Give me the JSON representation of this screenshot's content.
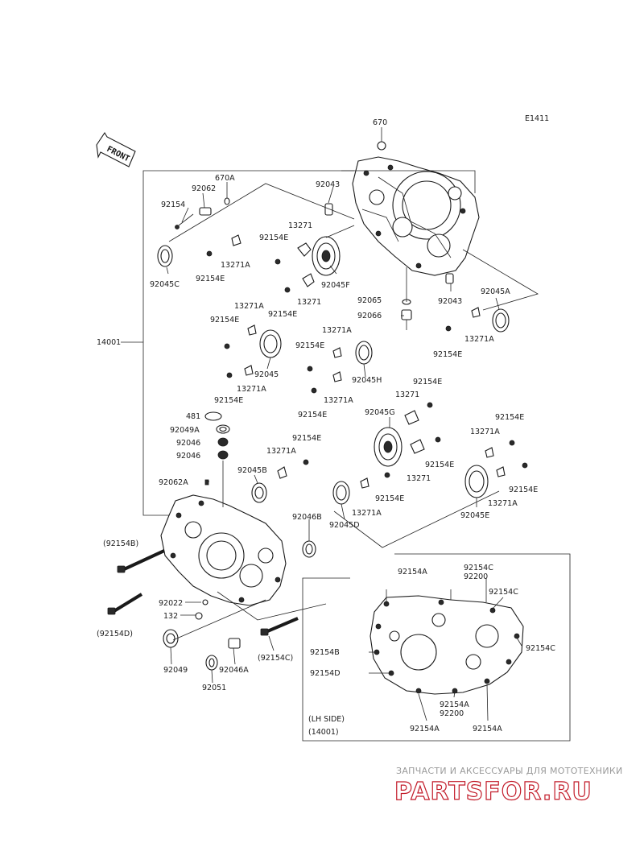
{
  "diagram": {
    "code": "E1411",
    "front_label": "FRONT",
    "parts": [
      "670",
      "92043",
      "670A",
      "92062",
      "92154",
      "92045C",
      "13271",
      "92154E",
      "13271A",
      "92045F",
      "92065",
      "92066",
      "92045A",
      "92045",
      "92045H",
      "481",
      "92049A",
      "92046",
      "92045G",
      "92045B",
      "92062A",
      "92045E",
      "92046B",
      "92045D",
      "(92154B)",
      "92022",
      "132",
      "(92154D)",
      "92049",
      "92051",
      "92046A",
      "(92154C)",
      "92154A",
      "92154C",
      "92200",
      "92154B",
      "92154D",
      "14001"
    ],
    "inset": {
      "side_label": "(LH SIDE)",
      "part_label": "(14001)"
    }
  },
  "watermark": {
    "caption": "ЗАПЧАСТИ И АКСЕССУАРЫ ДЛЯ МОТОТЕХНИКИ",
    "brand": "PARTSFOR.RU",
    "brand_color": "#c21a28"
  }
}
